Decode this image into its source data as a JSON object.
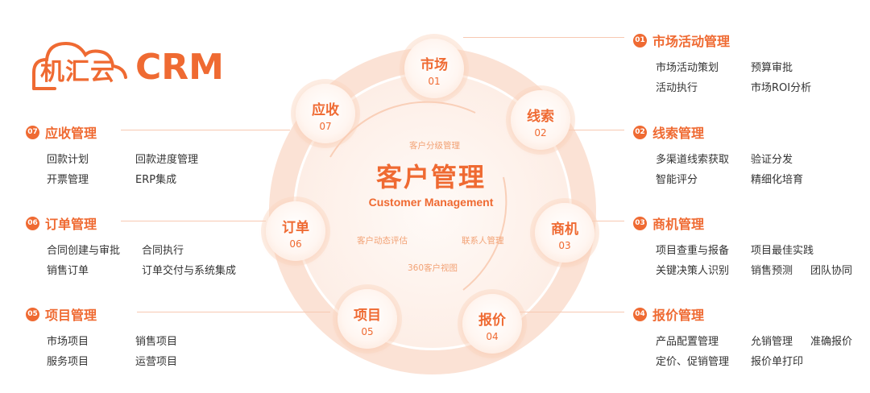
{
  "logo": {
    "cn": "机汇云",
    "en": "CRM"
  },
  "center": {
    "title": "客户管理",
    "subtitle": "Customer Management"
  },
  "center_subs": [
    "客户分级管理",
    "客户动态评估",
    "联系人管理",
    "360客户视图"
  ],
  "nodes": [
    {
      "name": "市场",
      "index": "01"
    },
    {
      "name": "线索",
      "index": "02"
    },
    {
      "name": "商机",
      "index": "03"
    },
    {
      "name": "报价",
      "index": "04"
    },
    {
      "name": "项目",
      "index": "05"
    },
    {
      "name": "订单",
      "index": "06"
    },
    {
      "name": "应收",
      "index": "07"
    }
  ],
  "sections": [
    {
      "badge": "01",
      "title": "市场活动管理",
      "rows": [
        [
          "市场活动策划",
          "预算审批"
        ],
        [
          "活动执行",
          "市场ROI分析"
        ]
      ]
    },
    {
      "badge": "02",
      "title": "线索管理",
      "rows": [
        [
          "多渠道线索获取",
          "验证分发"
        ],
        [
          "智能评分",
          "精细化培育"
        ]
      ]
    },
    {
      "badge": "03",
      "title": "商机管理",
      "rows": [
        [
          "项目查重与报备",
          "项目最佳实践"
        ],
        [
          "关键决策人识别",
          "销售预测",
          "团队协同"
        ]
      ]
    },
    {
      "badge": "04",
      "title": "报价管理",
      "rows": [
        [
          "产品配置管理",
          "允销管理",
          "准确报价"
        ],
        [
          "定价、促销管理",
          "报价单打印"
        ]
      ]
    },
    {
      "badge": "05",
      "title": "项目管理",
      "rows": [
        [
          "市场项目",
          "销售项目"
        ],
        [
          "服务项目",
          "运营项目"
        ]
      ]
    },
    {
      "badge": "06",
      "title": "订单管理",
      "rows": [
        [
          "合同创建与审批",
          "合同执行"
        ],
        [
          "销售订单",
          "订单交付与系统集成"
        ]
      ]
    },
    {
      "badge": "07",
      "title": "应收管理",
      "rows": [
        [
          "回款计划",
          "回款进度管理"
        ],
        [
          "开票管理",
          "ERP集成"
        ]
      ]
    }
  ],
  "colors": {
    "accent": "#ef6a32",
    "ring": "#fbe0d1",
    "line": "#f7c9b2"
  }
}
